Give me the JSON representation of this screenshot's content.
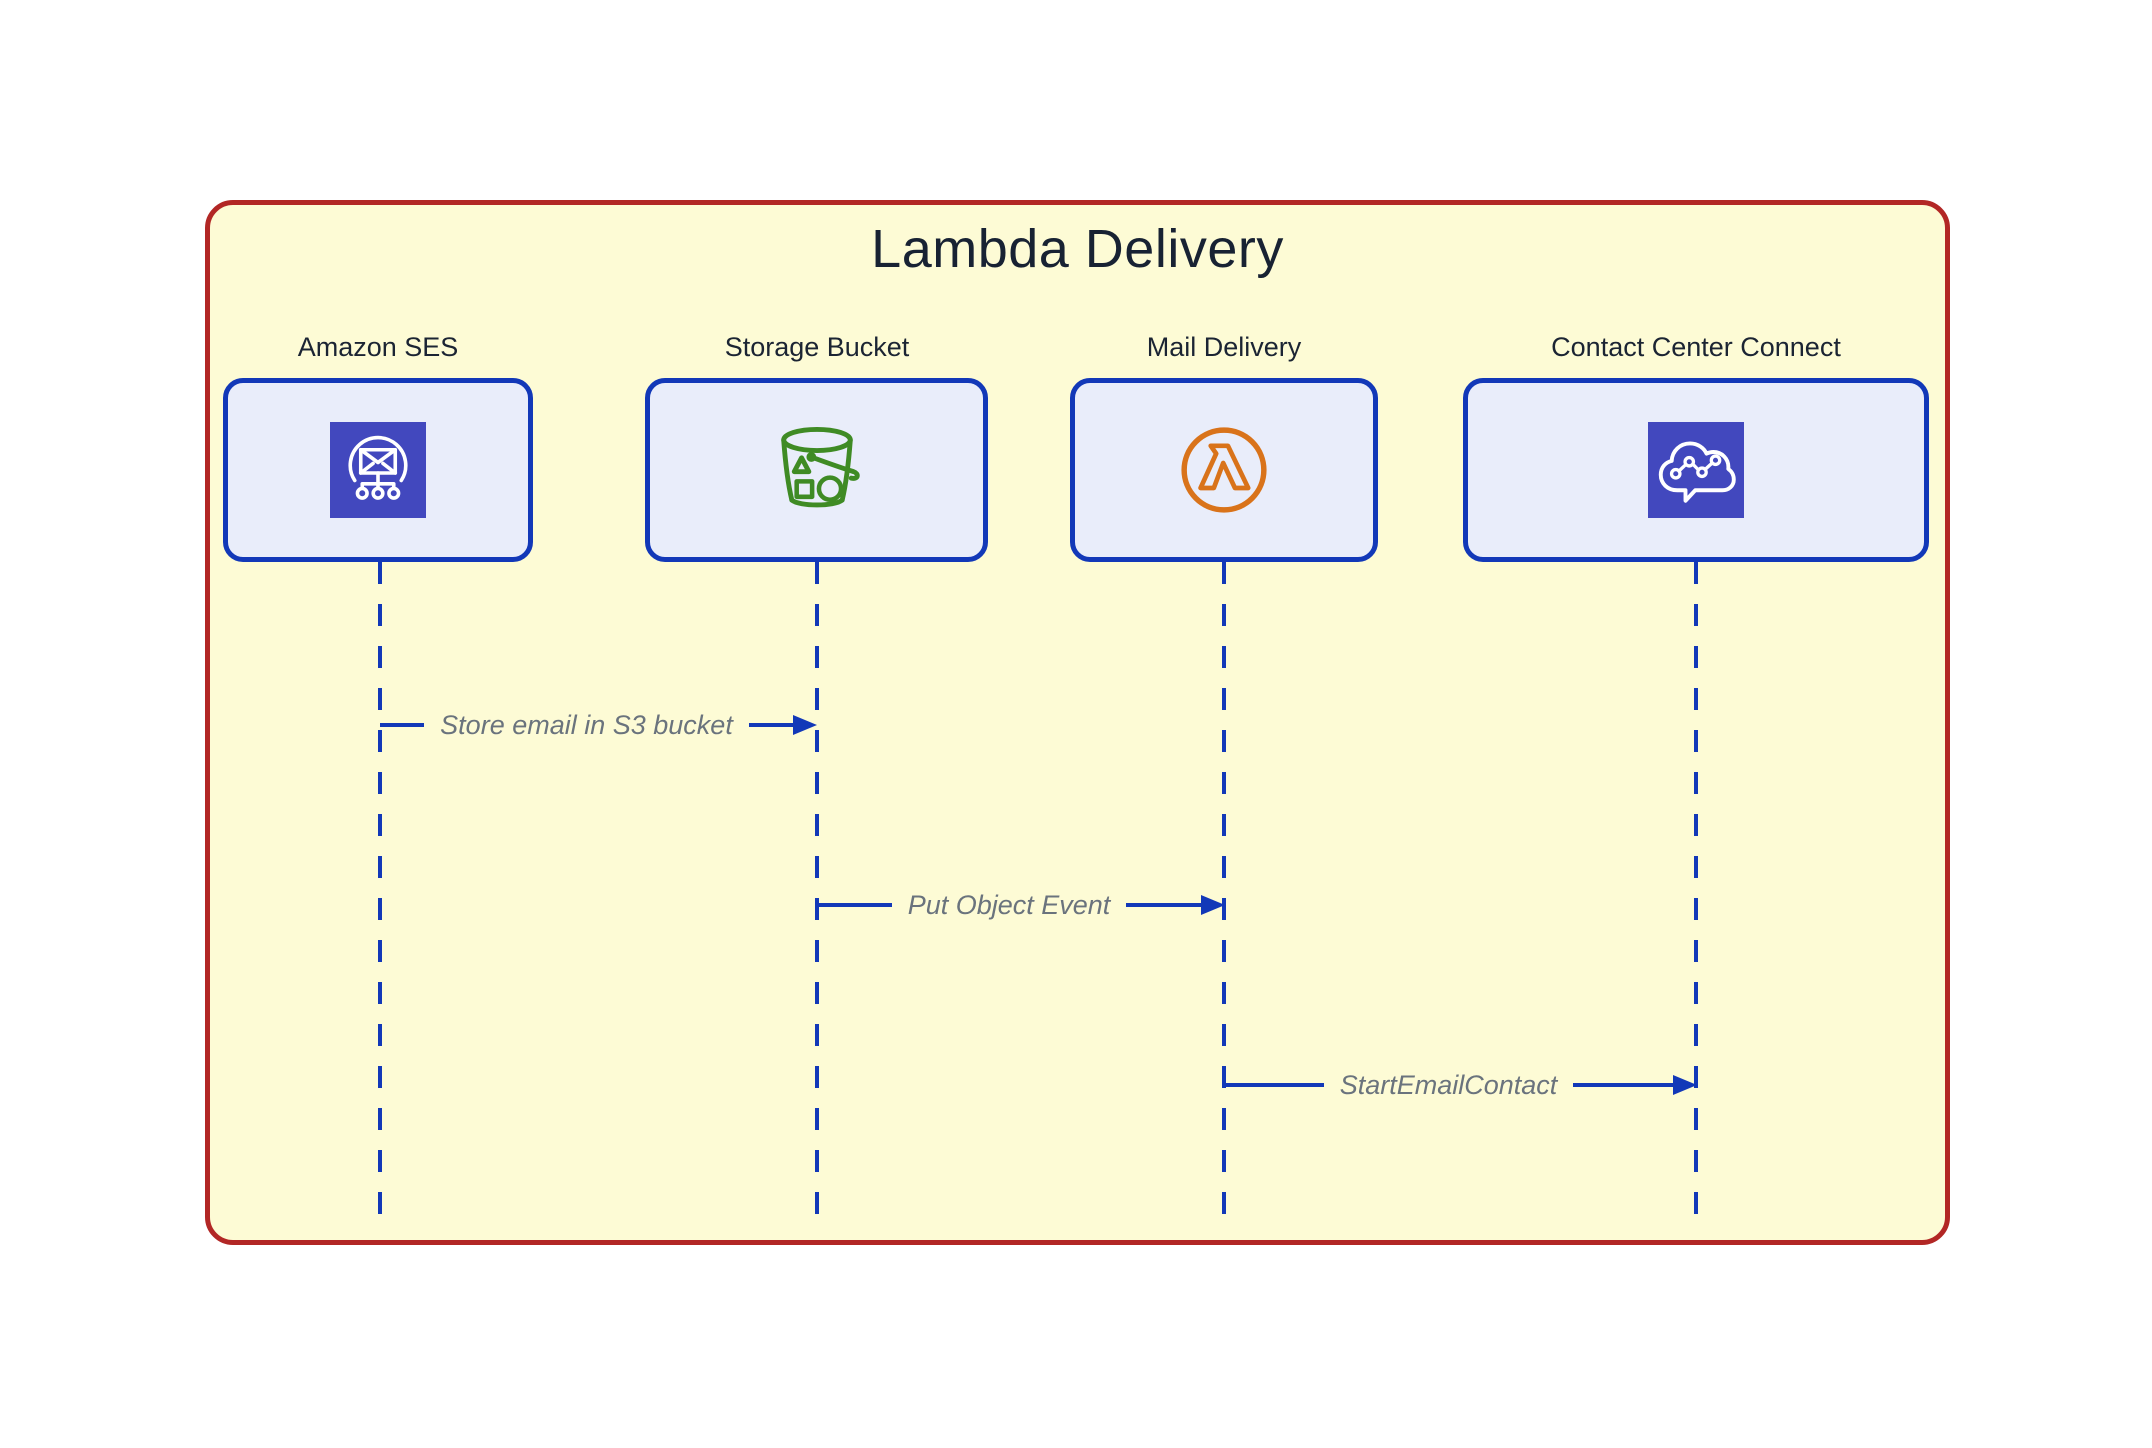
{
  "diagram": {
    "type": "sequence-diagram",
    "title": "Lambda Delivery",
    "colors": {
      "frame_background": "#FDFBD5",
      "frame_border": "#B22725",
      "participant_fill": "#E9EDFA",
      "participant_border": "#1238B8",
      "lifeline": "#1238B8",
      "arrow": "#1238B8",
      "message_text": "#6A737D",
      "label_text": "#1B2433",
      "ses_icon_background": "#4248BE",
      "bucket_icon_stroke": "#3F8B24",
      "lambda_icon_stroke": "#D9731A",
      "connect_icon_background": "#4248BE"
    },
    "participants": [
      {
        "label": "Amazon SES",
        "icon": "ses-envelope-icon"
      },
      {
        "label": "Storage Bucket",
        "icon": "s3-bucket-icon"
      },
      {
        "label": "Mail Delivery",
        "icon": "lambda-icon"
      },
      {
        "label": "Contact Center Connect",
        "icon": "connect-cloud-icon"
      }
    ],
    "messages": [
      {
        "from": "Amazon SES",
        "to": "Storage Bucket",
        "label": "Store email in S3 bucket"
      },
      {
        "from": "Storage Bucket",
        "to": "Mail Delivery",
        "label": "Put Object Event"
      },
      {
        "from": "Mail Delivery",
        "to": "Contact Center Connect",
        "label": "StartEmailContact"
      }
    ]
  }
}
